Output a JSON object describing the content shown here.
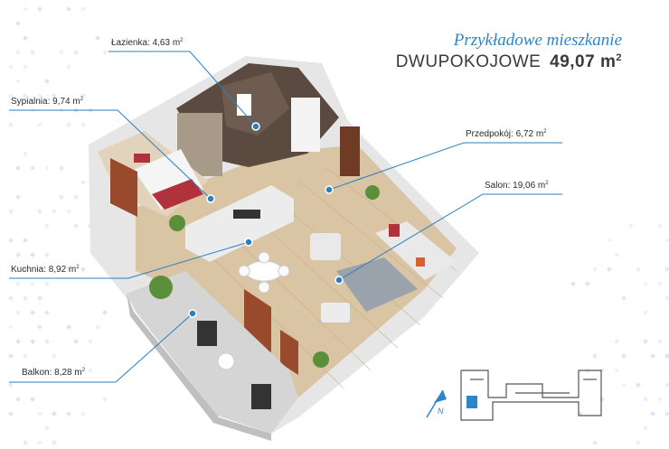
{
  "header": {
    "subtitle": "Przykładowe mieszkanie",
    "type": "DWUPOKOJOWE",
    "area": "49,07 m",
    "area_sup": "2"
  },
  "rooms": [
    {
      "name": "Łazienka: 4,63 m",
      "sup": "2"
    },
    {
      "name": "Sypialnia: 9,74 m",
      "sup": "2"
    },
    {
      "name": "Przedpokój: 6,72 m",
      "sup": "2"
    },
    {
      "name": "Salon: 19,06 m",
      "sup": "2"
    },
    {
      "name": "Kuchnia: 8,92 m",
      "sup": "2"
    },
    {
      "name": "Balkon: 8,28 m",
      "sup": "2"
    }
  ],
  "compass": {
    "letter": "N"
  },
  "colors": {
    "accent": "#2d86c6",
    "leader": "#2a7fc0",
    "floor": "#d9c4a4",
    "wall": "#f2f2f2",
    "dot": "#c5e3f5"
  }
}
